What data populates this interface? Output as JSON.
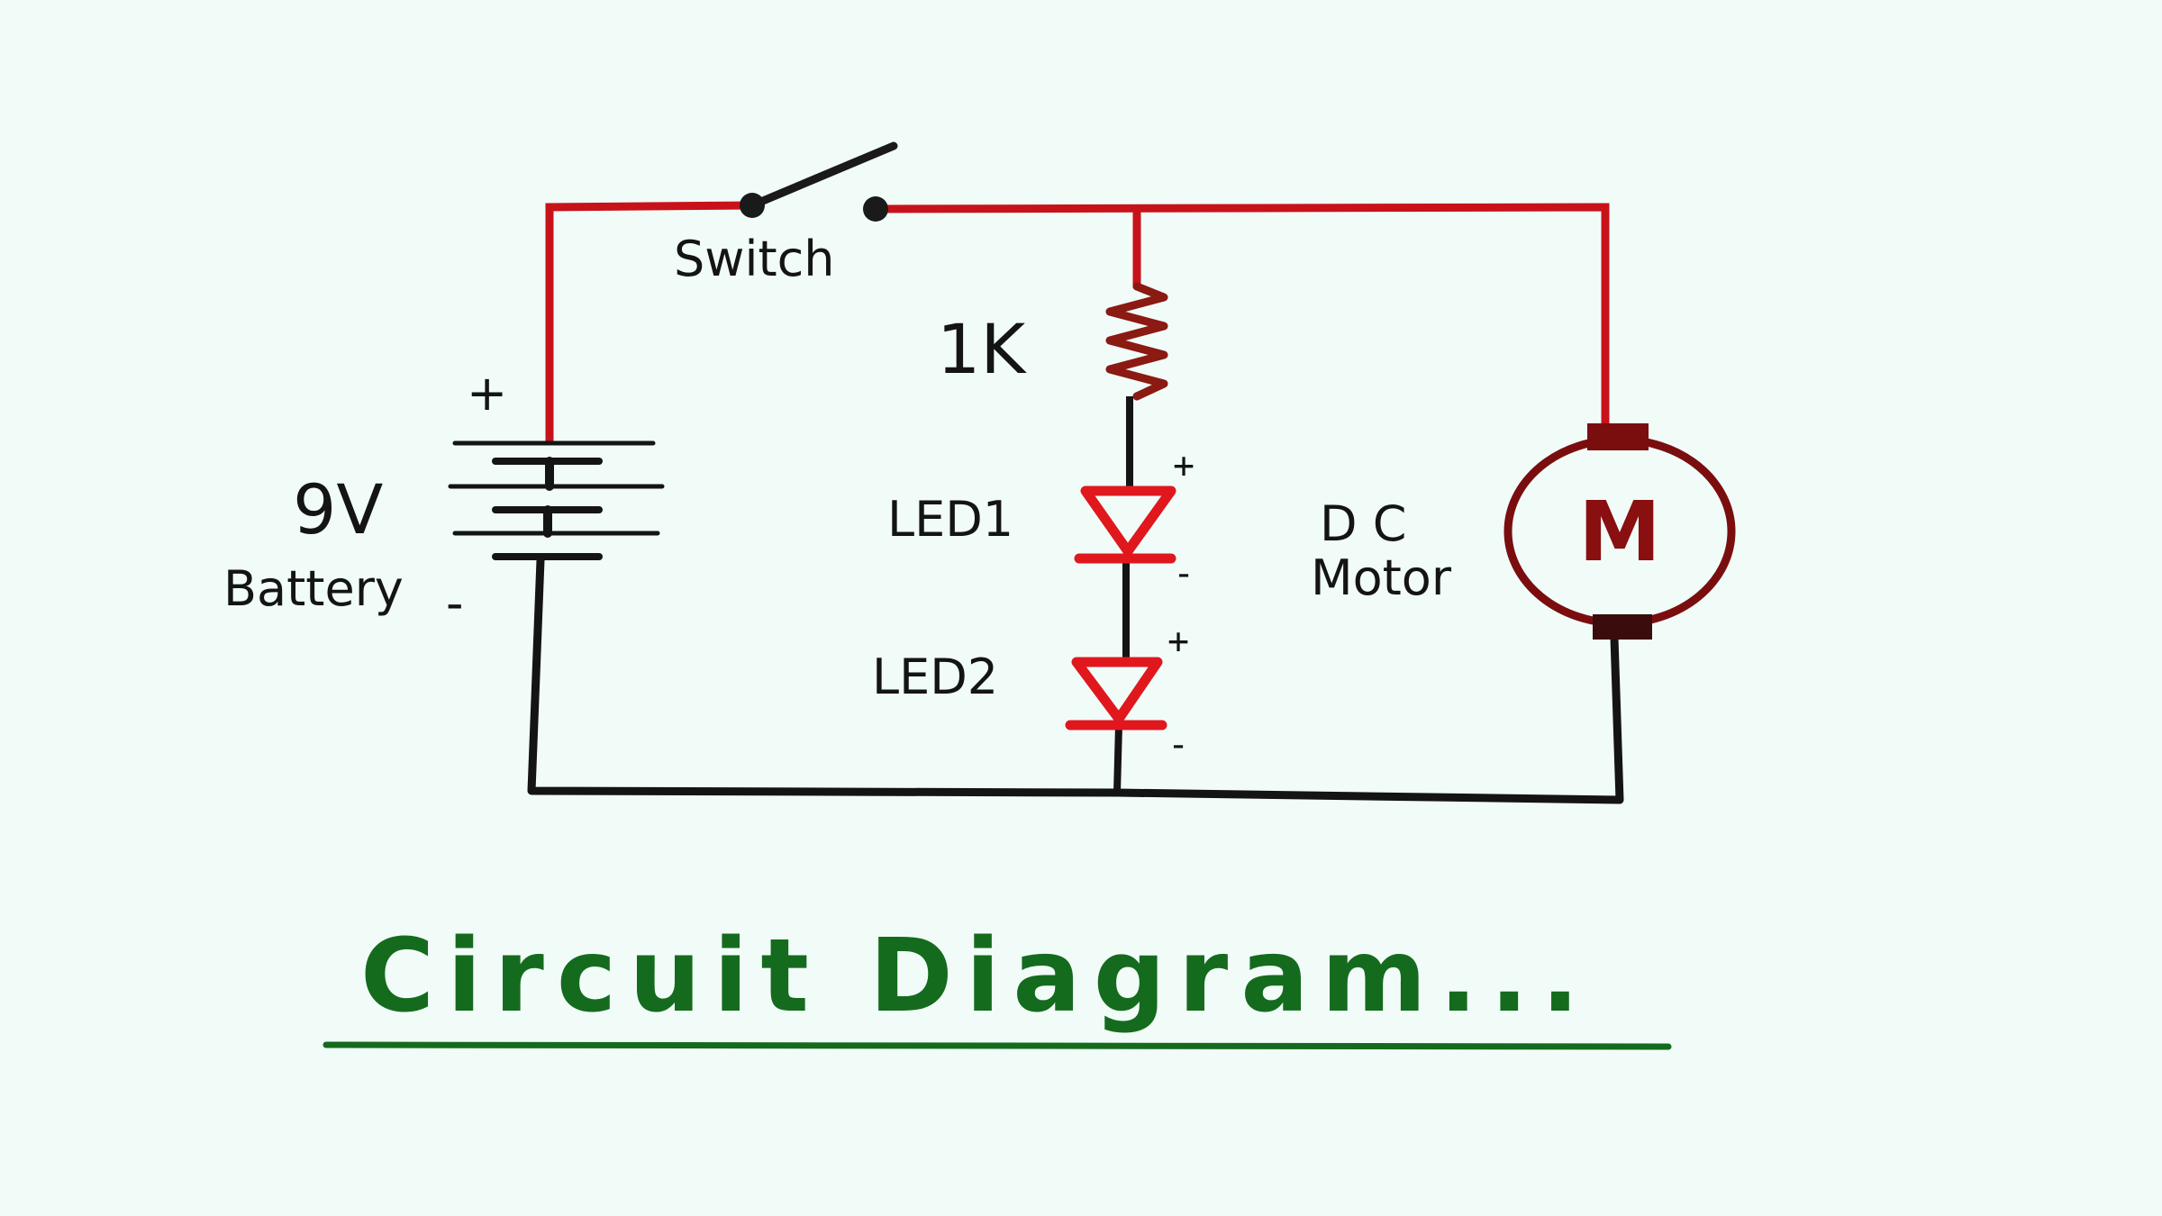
{
  "labels": {
    "switch": "Switch",
    "resistor": "1K",
    "battery_voltage": "9V",
    "battery": "Battery",
    "battery_plus": "+",
    "battery_minus": "-",
    "led1": "LED1",
    "led1_plus": "+",
    "led1_minus": "-",
    "led2": "LED2",
    "led2_plus": "+",
    "led2_minus": "-",
    "motor_line1": "D C",
    "motor_line2": "Motor",
    "motor_symbol": "M"
  },
  "title": "Circuit Diagram...",
  "colors": {
    "background": "#f1fcf9",
    "positive_wire": "#c8121a",
    "negative_wire": "#141414",
    "led": "#e0181e",
    "resistor": "#8a1a12",
    "motor": "#7a0e0e",
    "title": "#156b1d",
    "ink": "#141414"
  }
}
